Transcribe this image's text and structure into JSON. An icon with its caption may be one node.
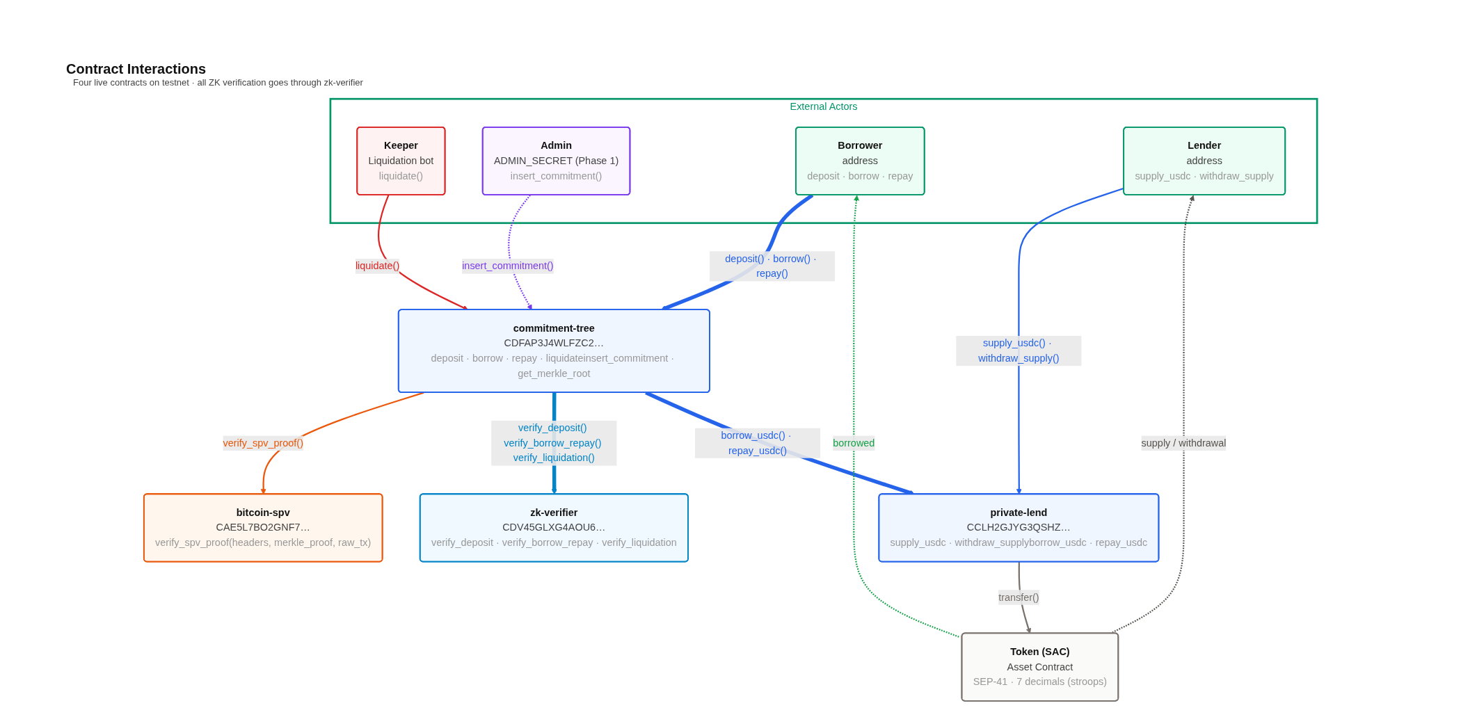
{
  "diagram": {
    "title": "Contract Interactions",
    "caption": "Four live contracts on testnet · all ZK verification goes through zk-verifier",
    "nodes": [
      {
        "text": [
          "External Actors"
        ]
      },
      {
        "text": [
          "Keeper",
          "Liquidation bot",
          "liquidate()"
        ],
        "in": 0
      },
      {
        "text": [
          "Admin",
          "ADMIN_SECRET (Phase 1)",
          "insert_commitment()"
        ],
        "in": 0
      },
      {
        "text": [
          "Borrower",
          "address",
          "deposit · borrow · repay"
        ],
        "in": 0
      },
      {
        "text": [
          "Lender",
          "address",
          "supply_usdc · withdraw_supply"
        ],
        "in": 0
      },
      {
        "text": [
          "commitment-tree",
          "CDFAP3J4WLFZC2…",
          "deposit · borrow · repay · liquidateinsert_commitment · get_merkle_root"
        ]
      },
      {
        "text": [
          "bitcoin-spv",
          "CAE5L7BO2GNF7…",
          "verify_spv_proof(headers, merkle_proof, raw_tx)"
        ]
      },
      {
        "text": [
          "zk-verifier",
          "CDV45GLXG4AOU6…",
          "verify_deposit · verify_borrow_repay · verify_liquidation"
        ]
      },
      {
        "text": [
          "private-lend",
          "CCLH2GJYG3QSHZ…",
          "supply_usdc · withdraw_supplyborrow_usdc · repay_usdc"
        ]
      },
      {
        "text": [
          "Token (SAC)",
          "Asset Contract",
          "SEP-41 · 7 decimals (stroops)"
        ]
      }
    ],
    "edges": [
      {
        "from": 1,
        "to": 5,
        "arrow": "to",
        "label": "liquidate()",
        "color": "#dc2626"
      },
      {
        "from": 2,
        "to": 5,
        "arrow": "to",
        "label": "insert_commitment()",
        "style": "dashed",
        "color": "#7c3aed"
      },
      {
        "from": 3,
        "to": 5,
        "arrow": "to",
        "label": "deposit() · borrow() · repay()",
        "style": "thick",
        "color": "#2563eb"
      },
      {
        "from": 4,
        "to": 8,
        "arrow": "to",
        "label": "supply_usdc() · withdraw_supply()",
        "color": "#2563eb"
      },
      {
        "from": 5,
        "to": 6,
        "arrow": "to",
        "label": "verify_spv_proof()",
        "color": "#ea580c"
      },
      {
        "from": 5,
        "to": 7,
        "arrow": "to",
        "label": "verify_deposit() verify_borrow_repay() verify_liquidation()",
        "style": "thick",
        "color": "#0284c7"
      },
      {
        "from": 5,
        "to": 8,
        "arrow": "to",
        "label": "borrow_usdc() · repay_usdc()",
        "style": "thick",
        "color": "#2563eb"
      },
      {
        "from": 8,
        "to": 9,
        "arrow": "to",
        "label": "transfer()",
        "color": "#78716c"
      },
      {
        "from": 9,
        "to": 3,
        "arrow": "to",
        "label": "borrowed",
        "style": "dashed",
        "color": "#16a34a"
      },
      {
        "from": 9,
        "to": 4,
        "arrow": "to",
        "label": "supply / withdrawal",
        "style": "dashed",
        "color": "#57534e"
      }
    ]
  }
}
